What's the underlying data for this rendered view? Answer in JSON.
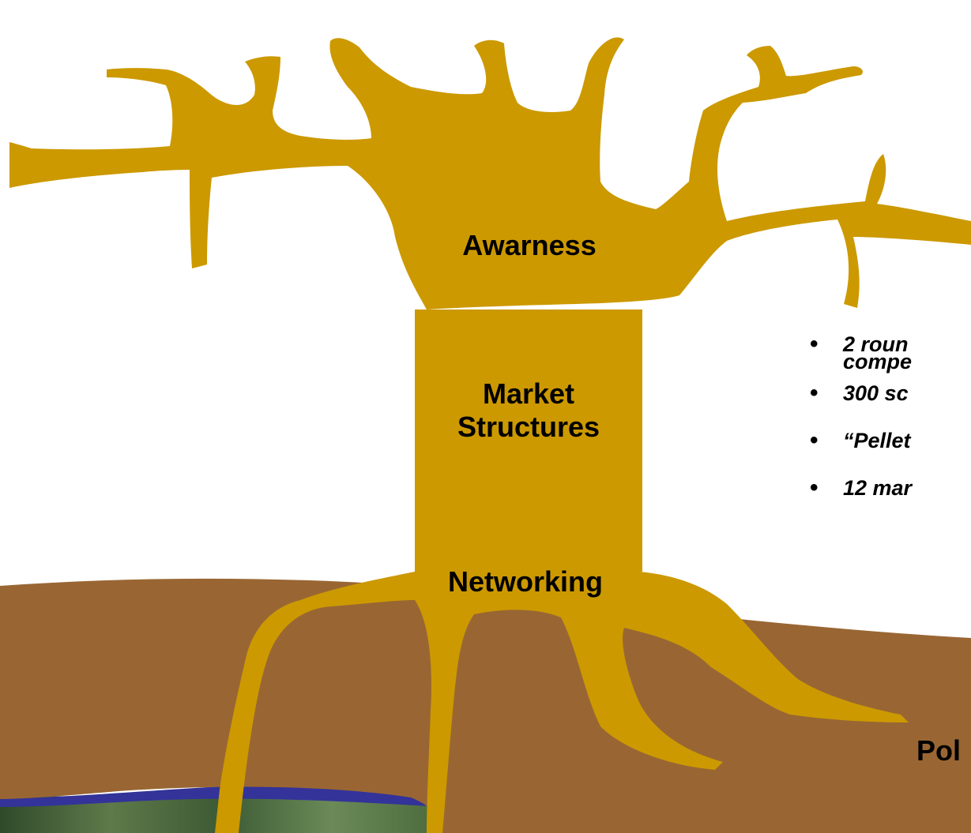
{
  "labels": {
    "crown": "Awarness",
    "trunk": "Market Structures",
    "roots": "Networking",
    "ground": "Pol"
  },
  "bullets": [
    "2 roun\ncompe",
    "300 sc",
    "“Pellet",
    "12 mar"
  ],
  "colors": {
    "tree": "#CC9900",
    "soil": "#996633",
    "water": "#333399",
    "background": "#FFFFFF"
  }
}
